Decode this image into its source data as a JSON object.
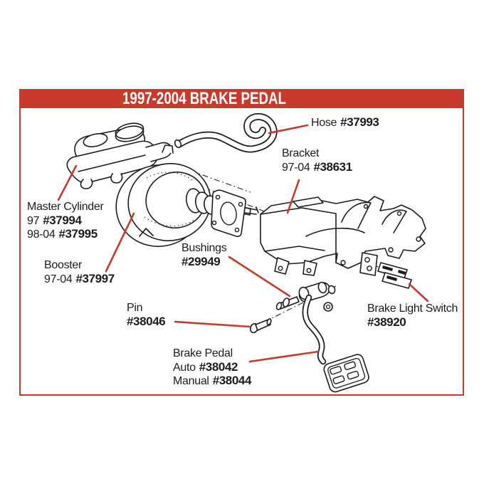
{
  "banner": {
    "title": "1997-2004 BRAKE PEDAL",
    "bg_color": "#c63b2c",
    "text_color": "#ffffff"
  },
  "colors": {
    "accent_red": "#c63b2c",
    "line_black": "#1c1c1c",
    "background": "#ffffff"
  },
  "callouts": {
    "hose": {
      "label": "Hose",
      "part": "#37993"
    },
    "bracket": {
      "label": "Bracket",
      "years": "97-04",
      "part": "#38631"
    },
    "master_cylinder": {
      "label": "Master Cylinder",
      "rows": [
        {
          "years": "97",
          "part": "#37994"
        },
        {
          "years": "98-04",
          "part": "#37995"
        }
      ]
    },
    "booster": {
      "label": "Booster",
      "years": "97-04",
      "part": "#37997"
    },
    "bushings": {
      "label": "Bushings",
      "part": "#29949"
    },
    "pin": {
      "label": "Pin",
      "part": "#38046"
    },
    "brake_light_switch": {
      "label": "Brake Light Switch",
      "part": "#38920"
    },
    "brake_pedal": {
      "label": "Brake Pedal",
      "rows": [
        {
          "type": "Auto",
          "part": "#38042"
        },
        {
          "type": "Manual",
          "part": "#38044"
        }
      ]
    }
  }
}
